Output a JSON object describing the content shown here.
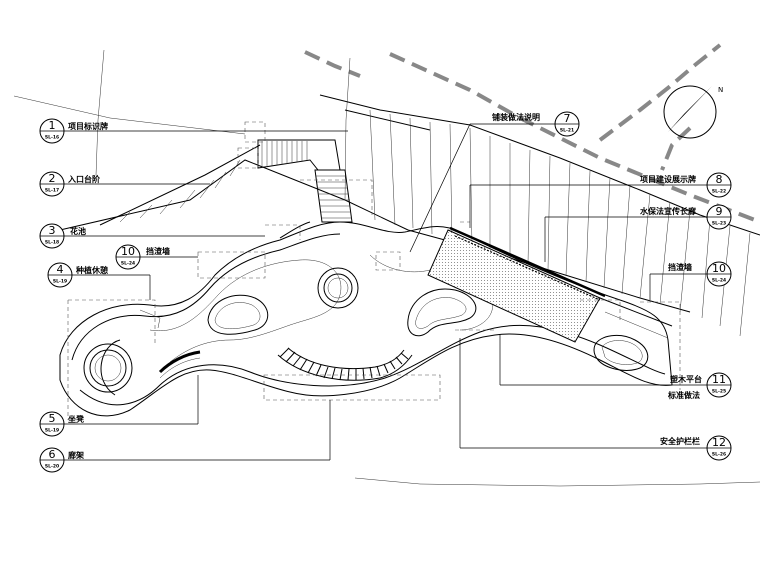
{
  "north_label": "N",
  "callouts": [
    {
      "num": "1",
      "ref": "SL-16",
      "label": "项目标识牌"
    },
    {
      "num": "2",
      "ref": "SL-17",
      "label": "入口台阶"
    },
    {
      "num": "3",
      "ref": "SL-18",
      "label": "花池"
    },
    {
      "num": "4",
      "ref": "SL-19",
      "label": "种植休憩"
    },
    {
      "num": "5",
      "ref": "SL-19",
      "label": "坐凳"
    },
    {
      "num": "6",
      "ref": "SL-20",
      "label": "廊架"
    },
    {
      "num": "7",
      "ref": "SL-21",
      "label": "铺装做法说明"
    },
    {
      "num": "8",
      "ref": "SL-22",
      "label": "项目建设展示牌"
    },
    {
      "num": "9",
      "ref": "SL-23",
      "label": "水保法宣传长廊"
    },
    {
      "num": "10",
      "ref": "SL-24",
      "label": "挡渣墙"
    },
    {
      "num": "10",
      "ref": "SL-24",
      "label": "挡渣墙"
    },
    {
      "num": "11",
      "ref": "SL-25",
      "label": "塑木平台"
    },
    {
      "num": "12",
      "ref": "SL-26",
      "label": "安全护栏栏"
    }
  ],
  "extra_labels": {
    "c11_sub": "标准做法"
  }
}
